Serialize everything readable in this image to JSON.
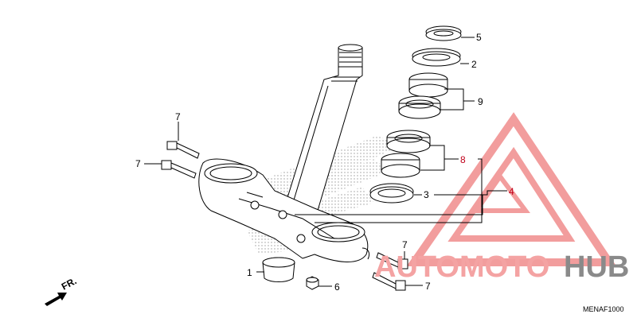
{
  "callouts": {
    "c1": "1",
    "c2": "2",
    "c3": "3",
    "c4": "4",
    "c5": "5",
    "c6": "6",
    "c7a": "7",
    "c7b": "7",
    "c7c": "7",
    "c7d": "7",
    "c8": "8",
    "c9": "9"
  },
  "direction_label": "FR.",
  "diagram_code": "MENAF1000",
  "watermark": {
    "part1": "AUTOMOTO",
    "part2": "HUB",
    "color_light": "#f4a3a3",
    "color_dark": "#8a8a8a",
    "accent": "#e24a4a"
  }
}
